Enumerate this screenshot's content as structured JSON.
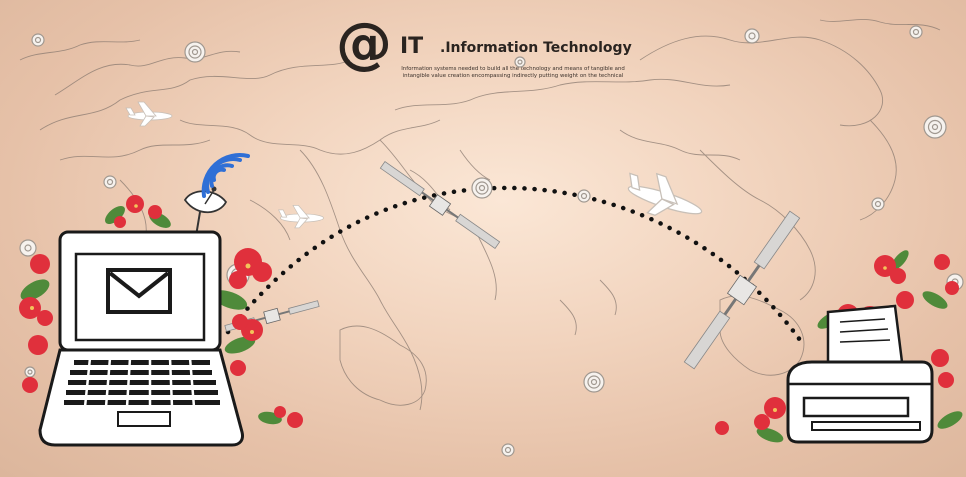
{
  "logo": {
    "symbol": "@",
    "main_text": "IT",
    "sub_text": ".Information Technology",
    "description": "Information systems needed to build all the technology and means of tangible and intangible value creation encompassing indirectly putting weight on the technical"
  },
  "colors": {
    "background": "#f1d3bd",
    "map_lines": "#8a7a70",
    "dotted_path": "#111111",
    "flowers": "#e0303c",
    "leaves": "#4f8a3a",
    "wifi": "#2f6fd6"
  },
  "icons": [
    "laptop-icon",
    "mail-envelope-icon",
    "printer-icon",
    "satellite-dish-icon",
    "wifi-signal-icon",
    "satellite-icon",
    "airplane-icon",
    "flower-icon",
    "radar-circle-icon"
  ]
}
